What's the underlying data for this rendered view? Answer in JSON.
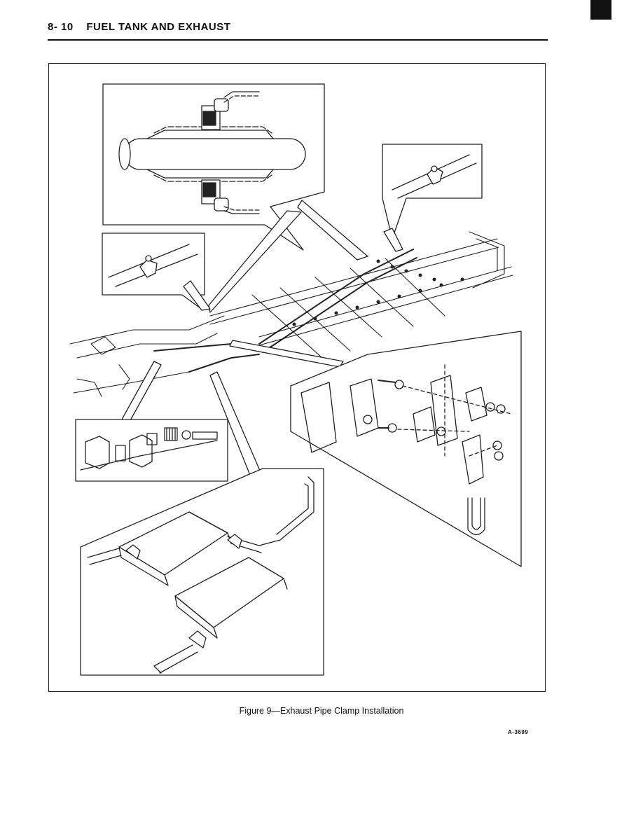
{
  "header": {
    "page_number": "8- 10",
    "section_title": "FUEL TANK AND EXHAUST"
  },
  "figure": {
    "id_label": "A-3699",
    "caption": "Figure 9—Exhaust Pipe Clamp Installation"
  },
  "icons": [
    "page-tab-marker"
  ]
}
